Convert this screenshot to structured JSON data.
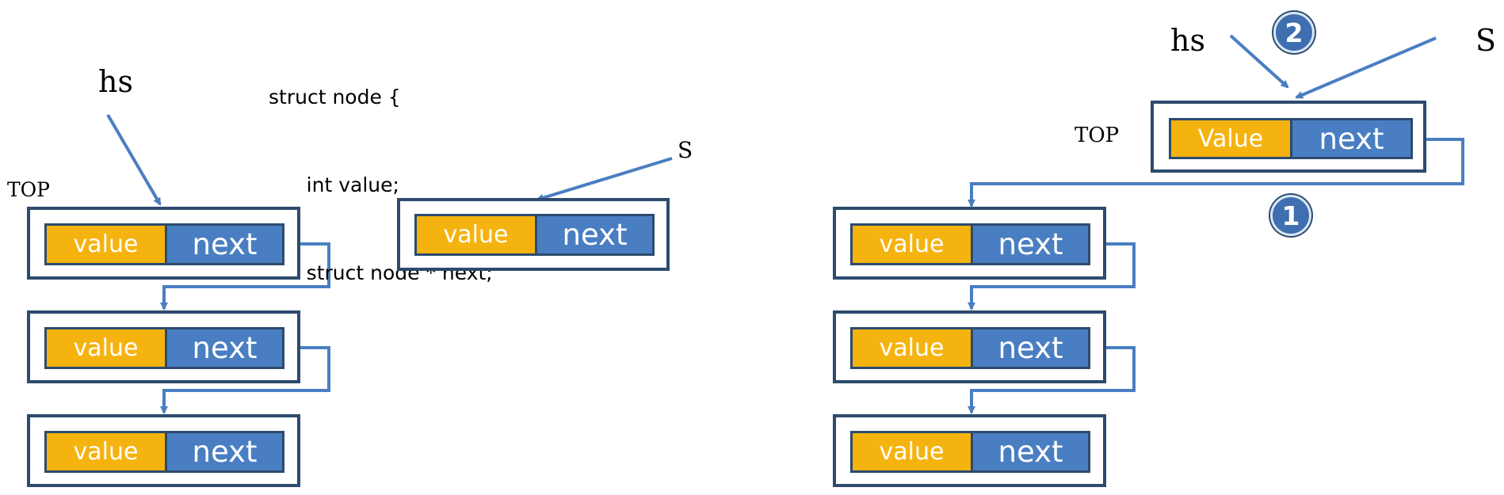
{
  "code": {
    "lines": [
      "struct node {",
      "      int value;",
      "      struct node * next;",
      "};"
    ]
  },
  "labels": {
    "left_hs": "hs",
    "left_top": "TOP",
    "middle_s": "S",
    "right_hs": "hs",
    "right_s": "S",
    "right_top": "TOP"
  },
  "nodes": {
    "left_stack": [
      {
        "value_label": "value",
        "next_label": "next"
      },
      {
        "value_label": "value",
        "next_label": "next"
      },
      {
        "value_label": "value",
        "next_label": "next"
      }
    ],
    "new_node": {
      "value_label": "value",
      "next_label": "next"
    },
    "right_top_node": {
      "value_label": "Value",
      "next_label": "next"
    },
    "right_stack": [
      {
        "value_label": "value",
        "next_label": "next"
      },
      {
        "value_label": "value",
        "next_label": "next"
      },
      {
        "value_label": "value",
        "next_label": "next"
      }
    ]
  },
  "steps": {
    "one": "1",
    "two": "2"
  },
  "colors": {
    "value_fill": "#f5b30f",
    "next_fill": "#4a7ec2",
    "border": "#2c4b6e",
    "arrow": "#4a7ec2",
    "step_badge": "#3f6fb0"
  }
}
